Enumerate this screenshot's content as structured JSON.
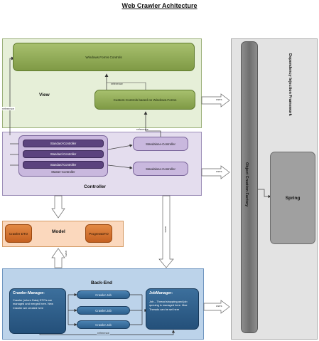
{
  "title": "Web Crawler Achitecture",
  "view": {
    "label": "View",
    "winforms": "Windows.Forms Controls",
    "custom": "Custom-Controls based on Windows.Forms",
    "reference_left": "reference",
    "reference_top": "reference"
  },
  "controller": {
    "label": "Controller",
    "standard": [
      "Standard-Controller",
      "Standard-Controller",
      "Standard-Controller"
    ],
    "master": "Master-Controller",
    "standalone": [
      "Standalone-Controller",
      "Standalone-Controller"
    ],
    "reference": "reference"
  },
  "model": {
    "label": "Model",
    "crawler_dto": "Crawler DTO",
    "progress_dto": "ProgressDTO"
  },
  "backend": {
    "label": "Back-End",
    "crawler_manager_title": "Crawler-Manager:",
    "crawler_manager_text": "Crawler (return Data) DTO's are managed and merged here. New Crawler are created here",
    "jobs": [
      "Crawler.Job",
      "Crawler.Job",
      "Crawler.Job"
    ],
    "job_manager_title": "JobManager:",
    "job_manager_text": "Job – Thread shopping and job queuing is managed here. Max Threads can be set here",
    "reference": "reference"
  },
  "di": {
    "title": "Dependency Injection Framework",
    "factory": "Object Creation Factory",
    "spring": "Spring"
  },
  "uses_labels": [
    "uses",
    "uses",
    "uses",
    "uses",
    "uses"
  ]
}
